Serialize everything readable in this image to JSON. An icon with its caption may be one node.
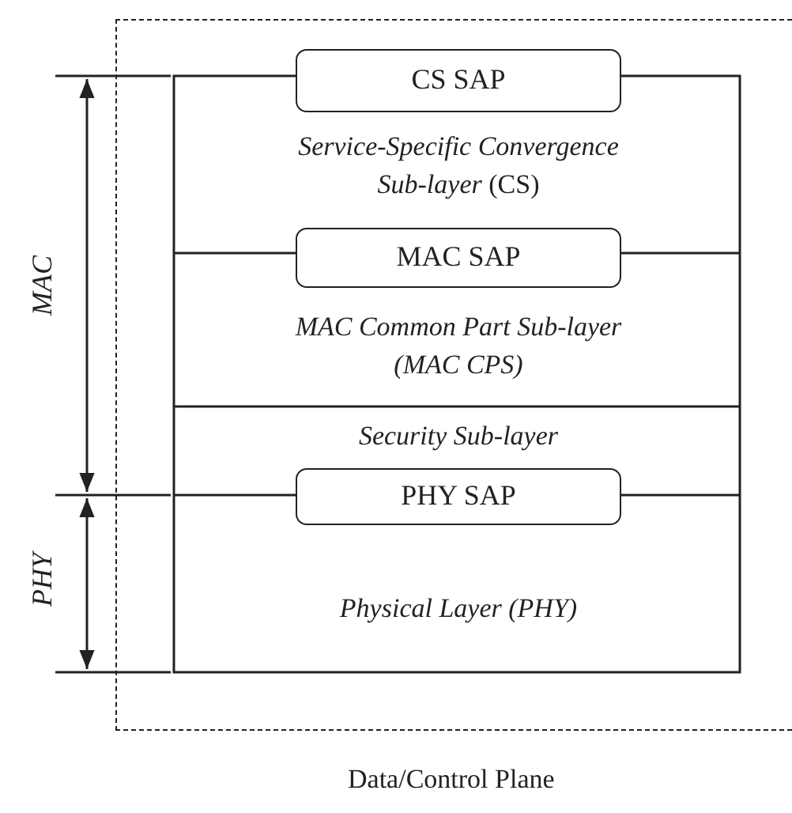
{
  "diagram": {
    "nodes": [
      {
        "text": [
          "Data/Control Plane"
        ]
      },
      {
        "text": [
          "*Service-Specific Convergence Sub-layer* (CS)"
        ],
        "in": 0
      },
      {
        "text": [
          "CS SAP"
        ],
        "in": 0
      },
      {
        "text": [
          "MAC Common Part Sub-layer (MAC CPS)"
        ],
        "in": 0
      },
      {
        "text": [
          "MAC SAP"
        ],
        "in": 0
      },
      {
        "text": [
          "Security Sub-layer"
        ],
        "in": 0
      },
      {
        "text": [
          "Physical Layer (PHY)"
        ],
        "in": 0
      },
      {
        "text": [
          "PHY SAP"
        ],
        "in": 0
      }
    ],
    "labels": [
      "MAC",
      "PHY"
    ]
  }
}
